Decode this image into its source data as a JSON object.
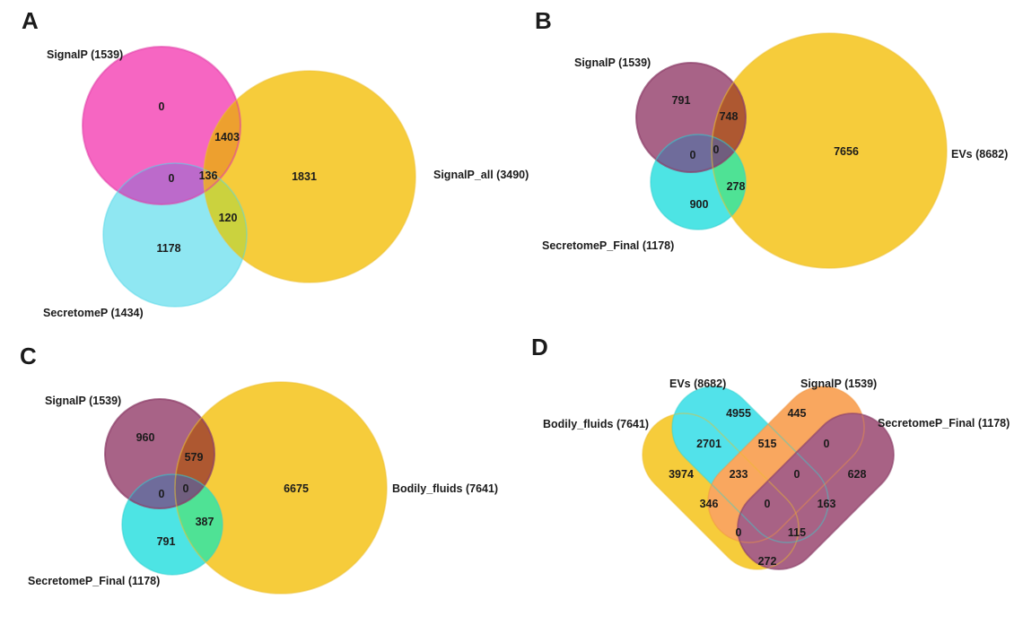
{
  "panels": {
    "a": {
      "letter": "A",
      "set_labels": {
        "s1": "SignalP (1539)",
        "s2": "SecretomeP (1434)",
        "s3": "SignalP_all (3490)"
      },
      "values": {
        "s1_only": "0",
        "s2_only": "1178",
        "s3_only": "1831",
        "s1s3": "1403",
        "s1s2": "0",
        "s2s3": "120",
        "s1s2s3": "136"
      },
      "colors": {
        "s1": "#f666c2",
        "s1_stroke": "#e03ca6",
        "s2": "#8fe7f2",
        "s2_stroke": "#56d8e8",
        "s3": "#f6cc3b",
        "s3_stroke": "#eec02f",
        "s1s3": "#eda02f",
        "s1s2": "#bc6acb",
        "s2s3": "#cbd23e",
        "s1s2s3": "#e8a43c"
      }
    },
    "b": {
      "letter": "B",
      "set_labels": {
        "s1": "SignalP (1539)",
        "s2": "SecretomeP_Final (1178)",
        "s3": "EVs (8682)"
      },
      "values": {
        "s1_only": "791",
        "s2_only": "900",
        "s3_only": "7656",
        "s1s3": "748",
        "s1s2": "0",
        "s2s3": "278",
        "s1s2s3": "0"
      },
      "colors": {
        "s1": "#a86387",
        "s1_stroke": "#8b3d68",
        "s2": "#4de4e4",
        "s2_stroke": "#2fcfcf",
        "s3": "#f6cc3b",
        "s3_stroke": "#eec02f",
        "s1s3": "#ae5831",
        "s1s2": "#6f6c9b",
        "s2s3": "#4fe295",
        "s1s2s3": "#705e7e"
      }
    },
    "c": {
      "letter": "C",
      "set_labels": {
        "s1": "SignalP (1539)",
        "s2": "SecretomeP_Final (1178)",
        "s3": "Bodily_fluids (7641)"
      },
      "values": {
        "s1_only": "960",
        "s2_only": "791",
        "s3_only": "6675",
        "s1s3": "579",
        "s1s2": "0",
        "s2s3": "387",
        "s1s2s3": "0"
      },
      "colors": {
        "s1": "#a86387",
        "s1_stroke": "#8b3d68",
        "s2": "#4de4e4",
        "s2_stroke": "#2fcfcf",
        "s3": "#f6cc3b",
        "s3_stroke": "#eec02f",
        "s1s3": "#ae5831",
        "s1s2": "#6f6c9b",
        "s2s3": "#4fe295",
        "s1s2s3": "#705e7e"
      }
    },
    "d": {
      "letter": "D",
      "set_labels": {
        "s1": "Bodily_fluids (7641)",
        "s2": "EVs (8682)",
        "s3": "SignalP (1539)",
        "s4": "SecretomeP_Final (1178)"
      },
      "values": {
        "s1_only": "3974",
        "s2_only": "4955",
        "s3_only": "445",
        "s4_only": "628",
        "s1s2": "2701",
        "s2s3": "515",
        "s3s4": "0",
        "s1s3": "346",
        "s2s4": "163",
        "s1s4": "272",
        "s1s2s3": "233",
        "s2s3s4": "0",
        "s1s3s4": "0",
        "s1s2s4": "115",
        "s1s2s3s4": "0"
      },
      "colors": {
        "s1": "#f6cc3b",
        "s1_stroke": "#edbd2a",
        "s2": "#52e2ea",
        "s2_stroke": "#35d3ce",
        "s3": "#f9a75f",
        "s3_stroke": "#ef9440",
        "s4": "#a86285",
        "s4_stroke": "#8b3d68",
        "s1s2": "#40df9d",
        "s2s3": "#95b356",
        "s3s4": "#e4741c",
        "s1s3": "#f0952d",
        "s2s4": "#6c6c9e",
        "s1s4": "#ae5a28",
        "s1s2s3": "#a2a23b",
        "s2s3s4": "#d96c19",
        "s1s3s4": "#db6e14",
        "s1s2s4": "#7a636e",
        "s1s2s3s4": "#cc6710"
      }
    }
  },
  "chart_data": [
    {
      "type": "venn",
      "title": "A",
      "sets": [
        {
          "label": "SignalP",
          "size": 1539
        },
        {
          "label": "SecretomeP",
          "size": 1434
        },
        {
          "label": "SignalP_all",
          "size": 3490
        }
      ],
      "regions": [
        {
          "sets": [
            "SignalP"
          ],
          "value": 0
        },
        {
          "sets": [
            "SecretomeP"
          ],
          "value": 1178
        },
        {
          "sets": [
            "SignalP_all"
          ],
          "value": 1831
        },
        {
          "sets": [
            "SignalP",
            "SignalP_all"
          ],
          "value": 1403
        },
        {
          "sets": [
            "SignalP",
            "SecretomeP"
          ],
          "value": 0
        },
        {
          "sets": [
            "SecretomeP",
            "SignalP_all"
          ],
          "value": 120
        },
        {
          "sets": [
            "SignalP",
            "SecretomeP",
            "SignalP_all"
          ],
          "value": 136
        }
      ]
    },
    {
      "type": "venn",
      "title": "B",
      "sets": [
        {
          "label": "SignalP",
          "size": 1539
        },
        {
          "label": "SecretomeP_Final",
          "size": 1178
        },
        {
          "label": "EVs",
          "size": 8682
        }
      ],
      "regions": [
        {
          "sets": [
            "SignalP"
          ],
          "value": 791
        },
        {
          "sets": [
            "SecretomeP_Final"
          ],
          "value": 900
        },
        {
          "sets": [
            "EVs"
          ],
          "value": 7656
        },
        {
          "sets": [
            "SignalP",
            "EVs"
          ],
          "value": 748
        },
        {
          "sets": [
            "SignalP",
            "SecretomeP_Final"
          ],
          "value": 0
        },
        {
          "sets": [
            "SecretomeP_Final",
            "EVs"
          ],
          "value": 278
        },
        {
          "sets": [
            "SignalP",
            "SecretomeP_Final",
            "EVs"
          ],
          "value": 0
        }
      ]
    },
    {
      "type": "venn",
      "title": "C",
      "sets": [
        {
          "label": "SignalP",
          "size": 1539
        },
        {
          "label": "SecretomeP_Final",
          "size": 1178
        },
        {
          "label": "Bodily_fluids",
          "size": 7641
        }
      ],
      "regions": [
        {
          "sets": [
            "SignalP"
          ],
          "value": 960
        },
        {
          "sets": [
            "SecretomeP_Final"
          ],
          "value": 791
        },
        {
          "sets": [
            "Bodily_fluids"
          ],
          "value": 6675
        },
        {
          "sets": [
            "SignalP",
            "Bodily_fluids"
          ],
          "value": 579
        },
        {
          "sets": [
            "SignalP",
            "SecretomeP_Final"
          ],
          "value": 0
        },
        {
          "sets": [
            "SecretomeP_Final",
            "Bodily_fluids"
          ],
          "value": 387
        },
        {
          "sets": [
            "SignalP",
            "SecretomeP_Final",
            "Bodily_fluids"
          ],
          "value": 0
        }
      ]
    },
    {
      "type": "venn",
      "title": "D",
      "sets": [
        {
          "label": "Bodily_fluids",
          "size": 7641
        },
        {
          "label": "EVs",
          "size": 8682
        },
        {
          "label": "SignalP",
          "size": 1539
        },
        {
          "label": "SecretomeP_Final",
          "size": 1178
        }
      ],
      "regions": [
        {
          "sets": [
            "Bodily_fluids"
          ],
          "value": 3974
        },
        {
          "sets": [
            "EVs"
          ],
          "value": 4955
        },
        {
          "sets": [
            "SignalP"
          ],
          "value": 445
        },
        {
          "sets": [
            "SecretomeP_Final"
          ],
          "value": 628
        },
        {
          "sets": [
            "Bodily_fluids",
            "EVs"
          ],
          "value": 2701
        },
        {
          "sets": [
            "EVs",
            "SignalP"
          ],
          "value": 515
        },
        {
          "sets": [
            "SignalP",
            "SecretomeP_Final"
          ],
          "value": 0
        },
        {
          "sets": [
            "Bodily_fluids",
            "SignalP"
          ],
          "value": 346
        },
        {
          "sets": [
            "EVs",
            "SecretomeP_Final"
          ],
          "value": 163
        },
        {
          "sets": [
            "Bodily_fluids",
            "SecretomeP_Final"
          ],
          "value": 272
        },
        {
          "sets": [
            "Bodily_fluids",
            "EVs",
            "SignalP"
          ],
          "value": 233
        },
        {
          "sets": [
            "EVs",
            "SignalP",
            "SecretomeP_Final"
          ],
          "value": 0
        },
        {
          "sets": [
            "Bodily_fluids",
            "SignalP",
            "SecretomeP_Final"
          ],
          "value": 0
        },
        {
          "sets": [
            "Bodily_fluids",
            "EVs",
            "SecretomeP_Final"
          ],
          "value": 115
        },
        {
          "sets": [
            "Bodily_fluids",
            "EVs",
            "SignalP",
            "SecretomeP_Final"
          ],
          "value": 0
        }
      ]
    }
  ]
}
